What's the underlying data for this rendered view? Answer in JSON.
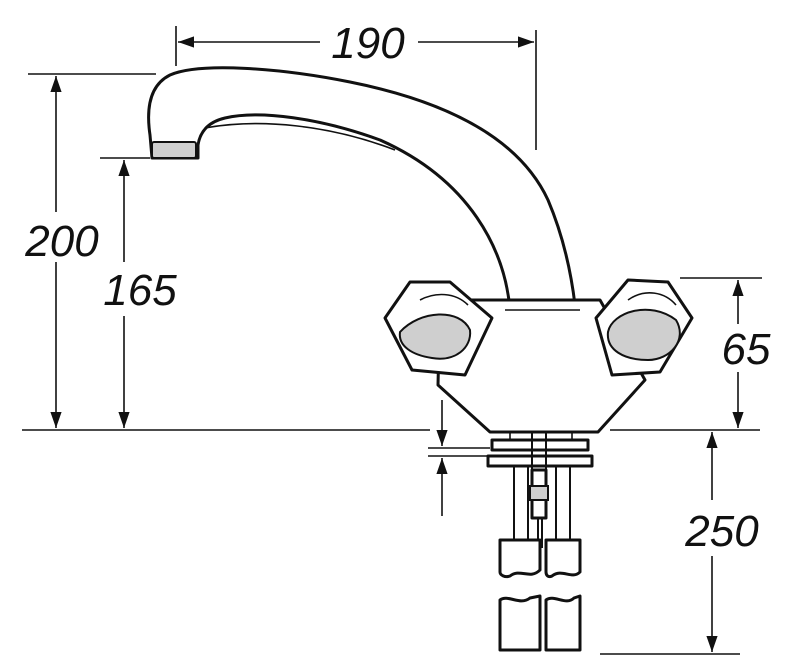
{
  "dimensions": {
    "spout_reach": "190",
    "total_height": "200",
    "spout_height": "165",
    "handle_height": "65",
    "tail_length": "250"
  },
  "colors": {
    "line": "#111111",
    "shade": "#cfcfcf",
    "background": "#ffffff"
  }
}
